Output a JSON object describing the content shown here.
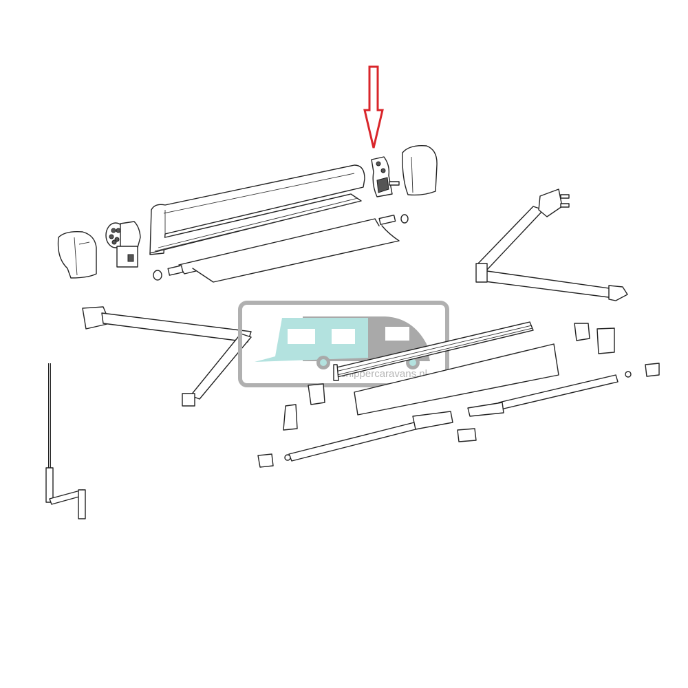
{
  "diagram": {
    "type": "exploded-parts-diagram",
    "subject": "caravan awning assembly",
    "highlight": {
      "indicator": "red-arrow",
      "color": "#d9262b",
      "target": "right-end-cap-mechanism"
    },
    "parts": [
      {
        "id": "left-end-cover",
        "label": "Left end cover"
      },
      {
        "id": "left-gear-mechanism",
        "label": "Left drive/gear mechanism"
      },
      {
        "id": "cassette-housing",
        "label": "Awning cassette housing"
      },
      {
        "id": "roller-tube",
        "label": "Roller tube"
      },
      {
        "id": "awning-fabric",
        "label": "Awning fabric"
      },
      {
        "id": "right-end-cap-mechanism",
        "label": "Right end cap mechanism (highlighted)"
      },
      {
        "id": "right-end-cover",
        "label": "Right end cover"
      },
      {
        "id": "right-support-arm",
        "label": "Right folding support arm"
      },
      {
        "id": "left-support-arm",
        "label": "Left folding support arm"
      },
      {
        "id": "front-rail",
        "label": "Front lead rail"
      },
      {
        "id": "valance-cover",
        "label": "Front valance cover"
      },
      {
        "id": "leg-left",
        "label": "Left telescopic leg"
      },
      {
        "id": "leg-right",
        "label": "Right telescopic leg"
      },
      {
        "id": "crank-handle",
        "label": "Crank handle"
      },
      {
        "id": "brackets",
        "label": "Mounting brackets / clips"
      }
    ]
  },
  "watermark": {
    "text": "Schippercaravans.nl",
    "caravan_color": "#b3e2df",
    "camper_color": "#a9a9a9",
    "frame_color": "#b0b0b0"
  }
}
